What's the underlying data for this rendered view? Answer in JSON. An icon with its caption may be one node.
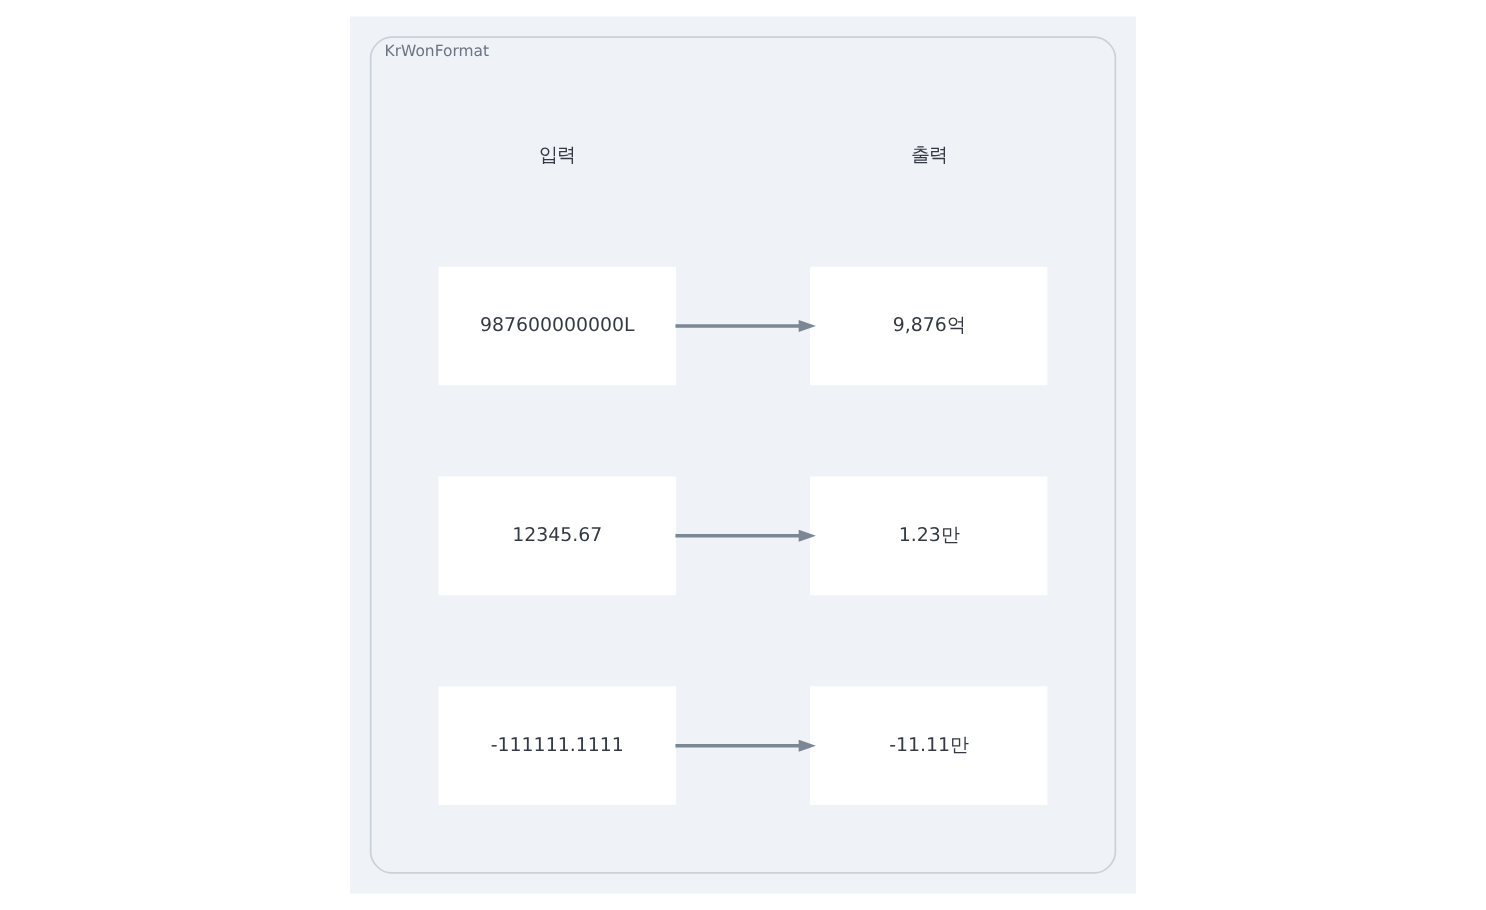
{
  "diagram": {
    "nodes": [
      {
        "text": [
          "KrWonFormat"
        ]
      },
      {
        "text": [
          "987600000000L"
        ],
        "in": 0
      },
      {
        "text": [
          "9,876억"
        ],
        "in": 0
      },
      {
        "text": [
          "12345.67"
        ],
        "in": 0
      },
      {
        "text": [
          "1.23만"
        ],
        "in": 0
      },
      {
        "text": [
          "-111111.1111"
        ],
        "in": 0
      },
      {
        "text": [
          "-11.11만"
        ],
        "in": 0
      }
    ],
    "edges": [
      {
        "from": 1,
        "to": 2,
        "arrow": "to"
      },
      {
        "from": 3,
        "to": 4,
        "arrow": "to"
      },
      {
        "from": 5,
        "to": 6,
        "arrow": "to"
      }
    ],
    "labels": [
      "입력",
      "출력"
    ]
  }
}
